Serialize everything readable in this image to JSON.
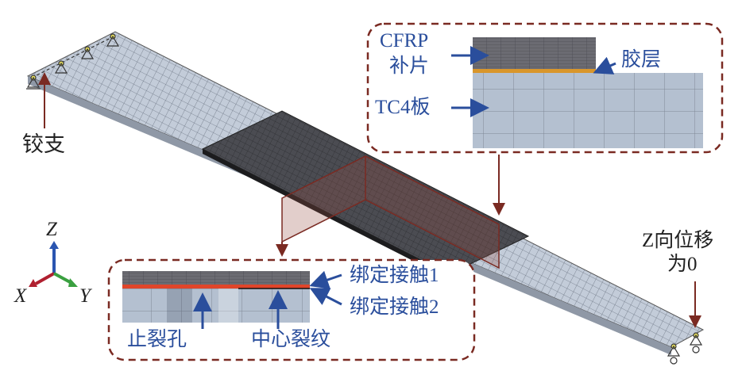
{
  "labels": {
    "hinge_support": "铰支",
    "z_disp_zero_line1": "Z向位移",
    "z_disp_zero_line2": "为0",
    "cfrp_line1": "CFRP",
    "cfrp_line2": "补片",
    "adhesive": "胶层",
    "tc4": "TC4板",
    "tie1": "绑定接触1",
    "tie2": "绑定接触2",
    "stop_hole": "止裂孔",
    "center_crack": "中心裂纹"
  },
  "axes": {
    "z": "Z",
    "x": "X",
    "y": "Y"
  },
  "colors": {
    "label_blue": "#2a4e9c",
    "callout_border": "#7a2a22",
    "plate": "#b9c4d2",
    "patch": "#4a4a4e",
    "adhesive": "#d9962b",
    "tie": "#e0452a"
  }
}
